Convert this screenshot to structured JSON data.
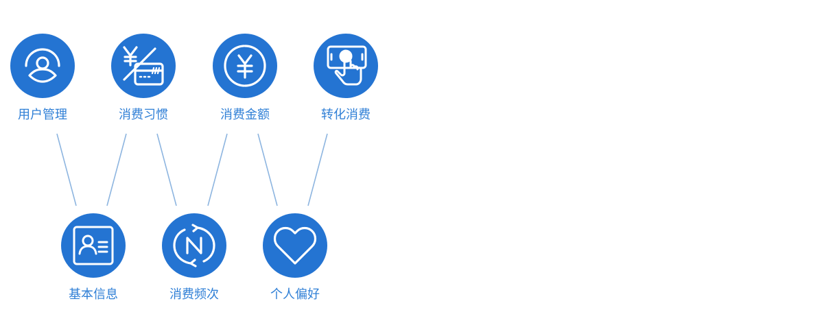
{
  "colors": {
    "circle_fill": "#2474d2",
    "label_text": "#2f7fd6",
    "connector_line": "#8db5e0",
    "icon_stroke": "#ffffff"
  },
  "top_row": [
    {
      "label": "用户管理",
      "icon": "user-profile-icon"
    },
    {
      "label": "消费习惯",
      "icon": "yuan-card-icon"
    },
    {
      "label": "消费金额",
      "icon": "yuan-coin-icon"
    },
    {
      "label": "转化消费",
      "icon": "phone-touch-icon"
    }
  ],
  "bottom_row": [
    {
      "label": "基本信息",
      "icon": "id-card-icon"
    },
    {
      "label": "消费频次",
      "icon": "frequency-cycle-icon"
    },
    {
      "label": "个人偏好",
      "icon": "heart-icon"
    }
  ]
}
